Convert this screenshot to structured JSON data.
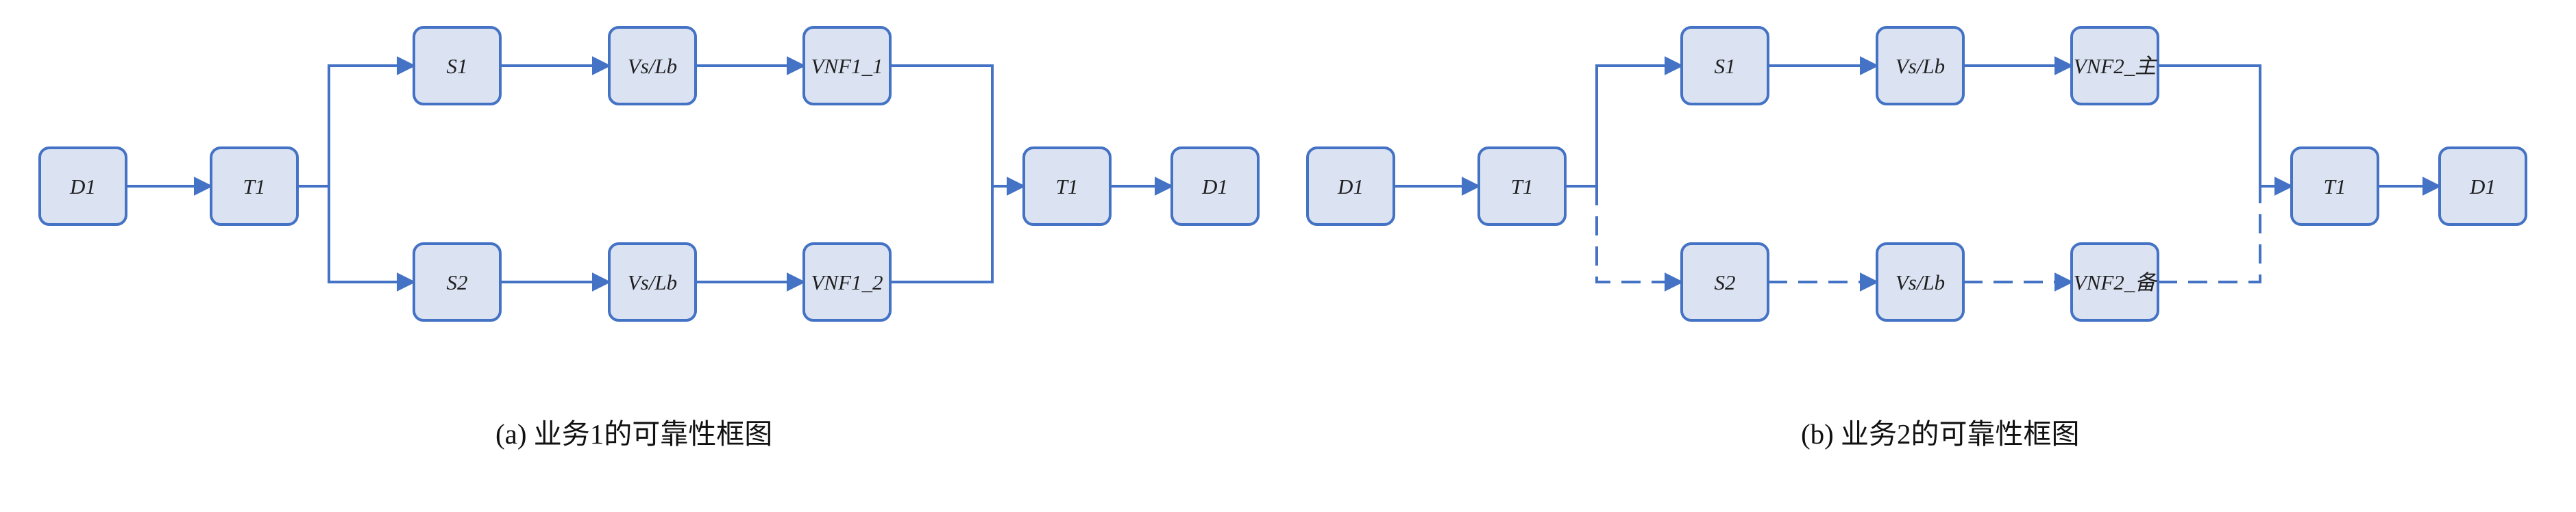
{
  "diagrams": [
    {
      "caption": "(a) 业务1的可靠性框图",
      "nodes": {
        "src": "D1",
        "t_in": "T1",
        "top1": "S1",
        "top2": "Vs/Lb",
        "top3": "VNF1_1",
        "bot1": "S2",
        "bot2": "Vs/Lb",
        "bot3": "VNF1_2",
        "t_out": "T1",
        "dst": "D1"
      },
      "bottom_branch_style": "solid"
    },
    {
      "caption": "(b) 业务2的可靠性框图",
      "nodes": {
        "src": "D1",
        "t_in": "T1",
        "top1": "S1",
        "top2": "Vs/Lb",
        "top3": "VNF2_主",
        "bot1": "S2",
        "bot2": "Vs/Lb",
        "bot3": "VNF2_备",
        "t_out": "T1",
        "dst": "D1"
      },
      "bottom_branch_style": "dashed"
    }
  ],
  "colors": {
    "node_fill": "#dbe3f3",
    "node_stroke": "#4472c4",
    "edge": "#4472c4"
  }
}
